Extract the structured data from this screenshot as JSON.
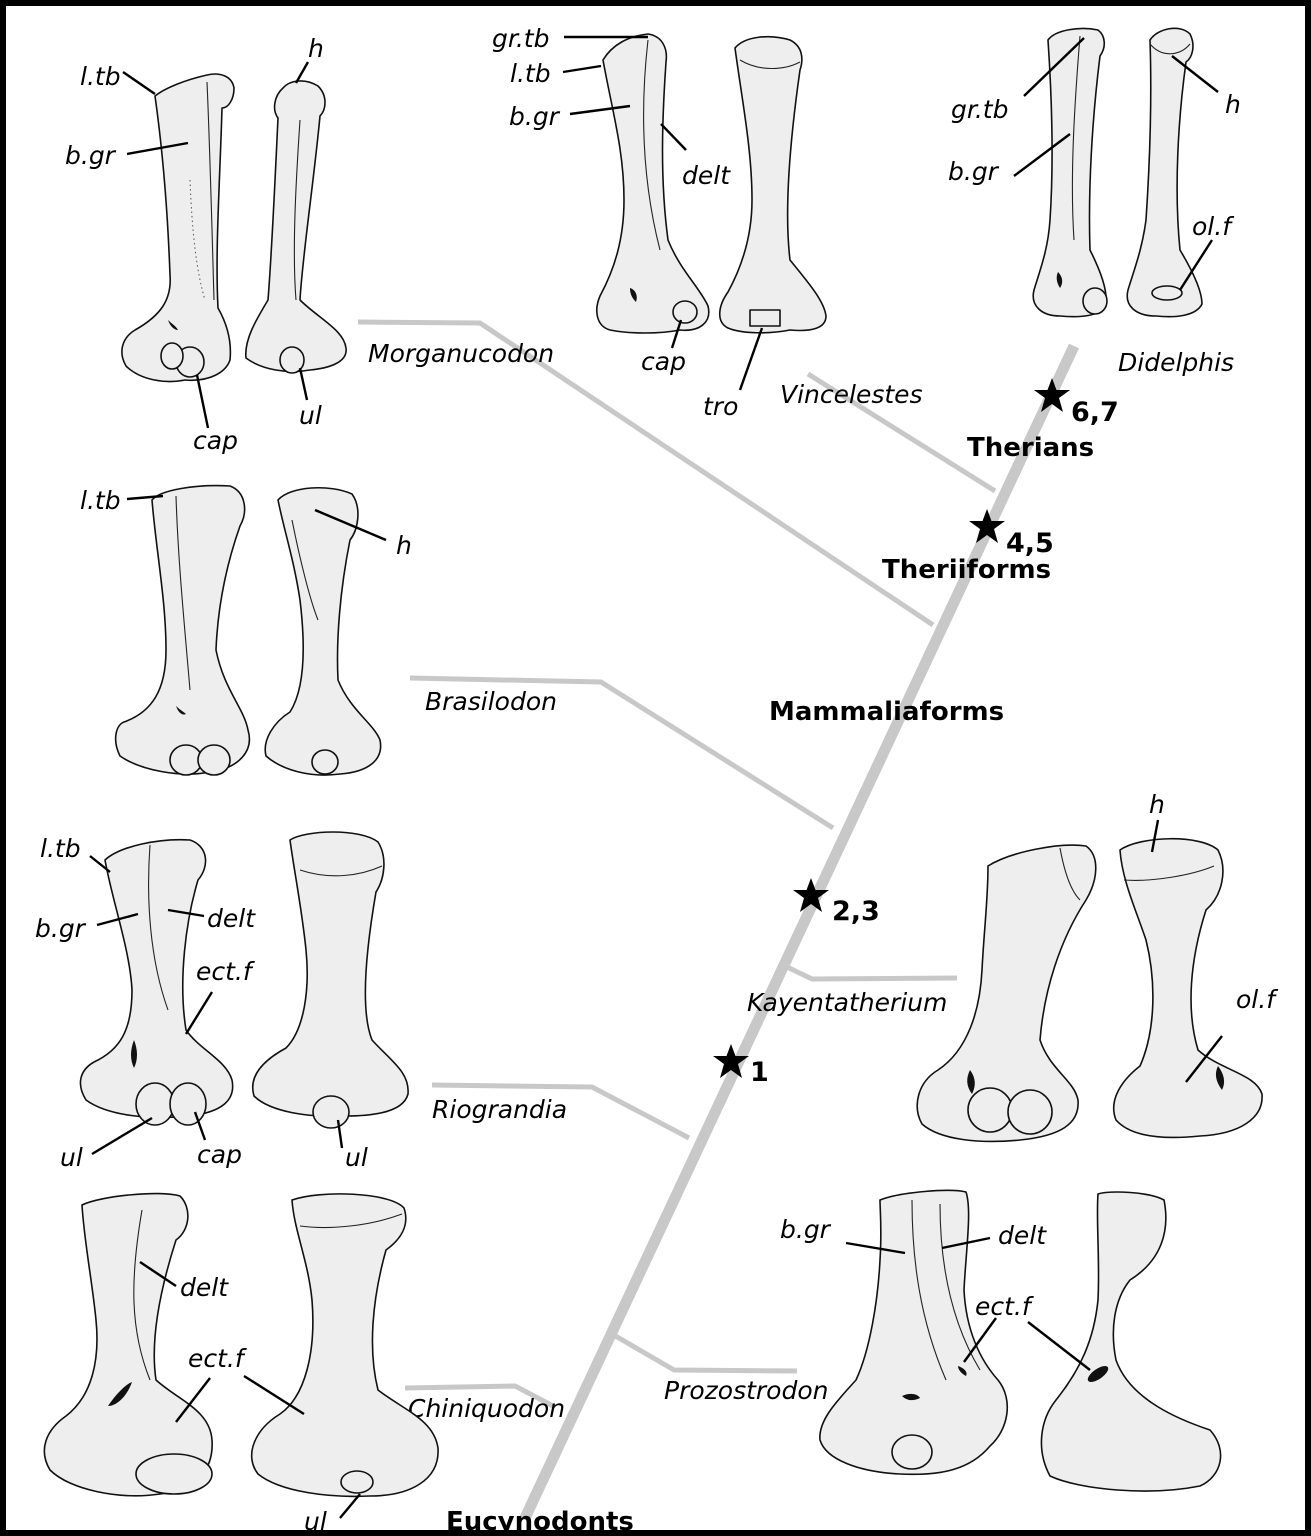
{
  "clades": {
    "therians": "Therians",
    "theriiforms": "Theriiforms",
    "mammaliaforms": "Mammaliaforms",
    "eucynodonts": "Eucynodonts"
  },
  "taxa": {
    "morganucodon": "Morganucodon",
    "vincelestes": "Vincelestes",
    "didelphis": "Didelphis",
    "brasilodon": "Brasilodon",
    "kayentatherium": "Kayentatherium",
    "riograndia": "Riograndia",
    "prozostrodon": "Prozostrodon",
    "chiniquodon": "Chiniquodon"
  },
  "stars": {
    "s1": "1",
    "s23": "2,3",
    "s45": "4,5",
    "s67": "6,7"
  },
  "labels": {
    "morganucodon": {
      "ltb": "l.tb",
      "bgr": "b.gr",
      "cap": "cap",
      "h": "h",
      "ul": "ul"
    },
    "vincelestes": {
      "grtb": "gr.tb",
      "ltb": "l.tb",
      "bgr": "b.gr",
      "delt": "delt",
      "cap": "cap",
      "tro": "tro"
    },
    "didelphis": {
      "grtb": "gr.tb",
      "bgr": "b.gr",
      "h": "h",
      "olf": "ol.f"
    },
    "brasilodon": {
      "ltb": "l.tb",
      "h": "h"
    },
    "riograndia": {
      "ltb": "l.tb",
      "bgr": "b.gr",
      "delt": "delt",
      "ectf": "ect.f",
      "ul1": "ul",
      "cap": "cap",
      "ul2": "ul"
    },
    "kayentatherium": {
      "h": "h",
      "olf": "ol.f"
    },
    "chiniquodon": {
      "delt": "delt",
      "ectf": "ect.f",
      "ul": "ul"
    },
    "prozostrodon": {
      "bgr": "b.gr",
      "delt": "delt",
      "ectf": "ect.f"
    }
  }
}
